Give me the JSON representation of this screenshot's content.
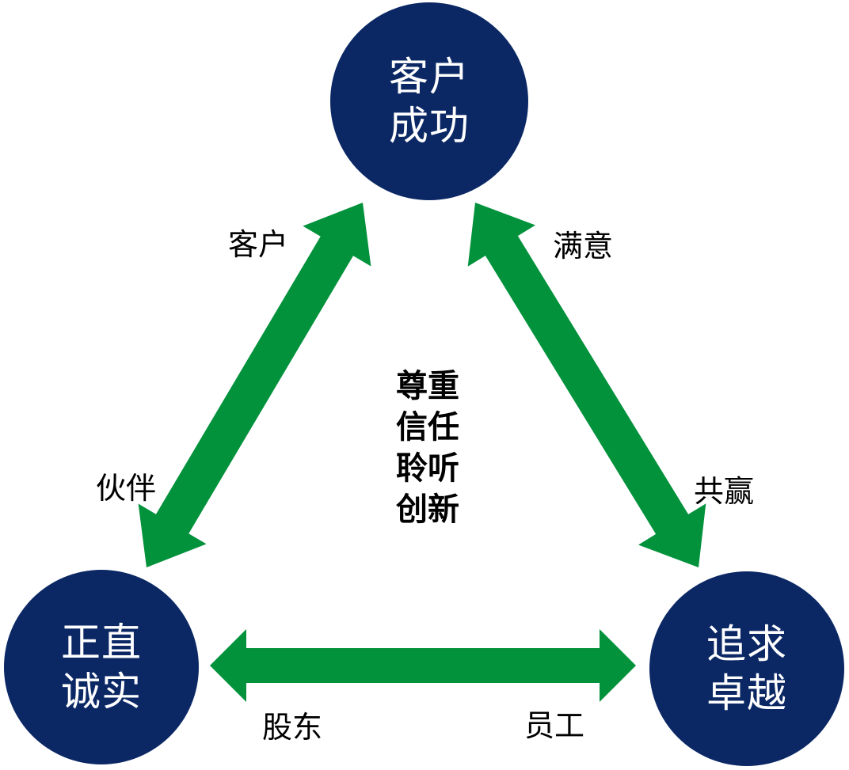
{
  "colors": {
    "node_fill": "#0b2865",
    "arrow_fill": "#03923c"
  },
  "nodes": {
    "top": {
      "line1": "客户",
      "line2": "成功"
    },
    "left": {
      "line1": "正直",
      "line2": "诚实"
    },
    "right": {
      "line1": "追求",
      "line2": "卓越"
    }
  },
  "labels": {
    "left_edge_top": "客户",
    "left_edge_bottom": "伙伴",
    "right_edge_top": "满意",
    "right_edge_bottom": "共赢",
    "bottom_edge_left": "股东",
    "bottom_edge_right": "员工"
  },
  "center_values": [
    "尊重",
    "信任",
    "聆听",
    "创新"
  ]
}
